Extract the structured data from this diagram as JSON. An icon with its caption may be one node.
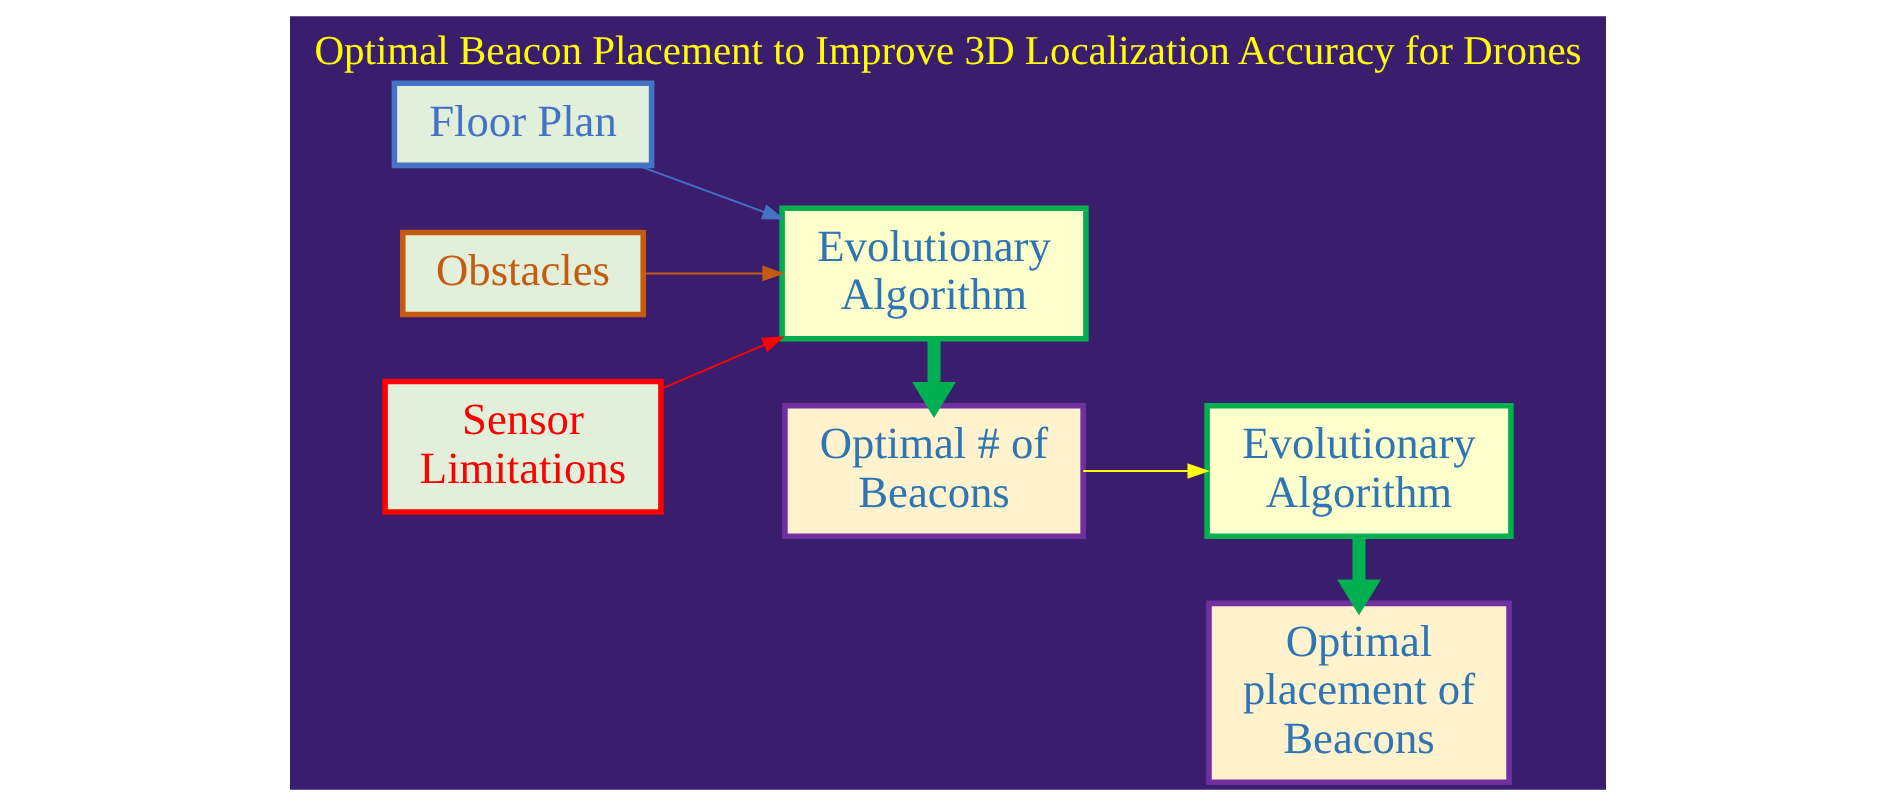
{
  "diagram": {
    "title": "Optimal Beacon Placement to Improve 3D Localization Accuracy for Drones",
    "nodes": [
      {
        "text": [
          "Floor Plan"
        ]
      },
      {
        "text": [
          "Obstacles"
        ]
      },
      {
        "text": [
          "Sensor Limitations"
        ]
      },
      {
        "text": [
          "Evolutionary Algorithm"
        ]
      },
      {
        "text": [
          "Optimal # of Beacons"
        ]
      },
      {
        "text": [
          "Evolutionary Algorithm"
        ]
      },
      {
        "text": [
          "Optimal placement of Beacons"
        ]
      }
    ],
    "edges": [
      {
        "from": 0,
        "to": 3,
        "arrow": "to",
        "color": "#4472c4"
      },
      {
        "from": 1,
        "to": 3,
        "arrow": "to",
        "color": "#c55a11"
      },
      {
        "from": 2,
        "to": 3,
        "arrow": "to",
        "color": "#ff0000"
      },
      {
        "from": 3,
        "to": 4,
        "arrow": "to",
        "style": "thick"
      },
      {
        "from": 4,
        "to": 5,
        "arrow": "to",
        "color": "#ffff00"
      },
      {
        "from": 5,
        "to": 6,
        "arrow": "to",
        "style": "thick"
      }
    ]
  }
}
